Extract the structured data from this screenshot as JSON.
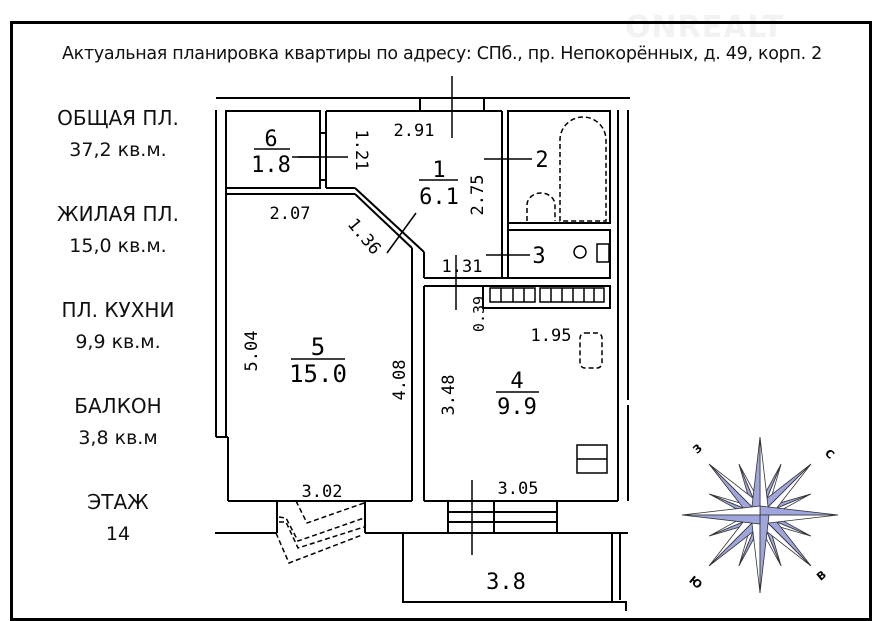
{
  "title": "Актуальная планировка квартиры по адресу: СПб., пр. Непокорённых, д. 49, корп. 2",
  "watermark": "ONREALT",
  "stats": [
    {
      "label": "ОБЩАЯ ПЛ.",
      "value": "37,2 кв.м."
    },
    {
      "label": "ЖИЛАЯ ПЛ.",
      "value": "15,0 кв.м."
    },
    {
      "label": "ПЛ. КУХНИ",
      "value": "9,9 кв.м."
    },
    {
      "label": "БАЛКОН",
      "value": "3,8 кв.м"
    },
    {
      "label": "ЭТАЖ",
      "value": "14"
    }
  ],
  "rooms": [
    {
      "number": "1",
      "area": "6.1"
    },
    {
      "number": "2",
      "area": ""
    },
    {
      "number": "3",
      "area": ""
    },
    {
      "number": "4",
      "area": "9.9"
    },
    {
      "number": "5",
      "area": "15.0"
    },
    {
      "number": "6",
      "area": "1.8"
    }
  ],
  "balcony_area": "3.8",
  "dimensions": {
    "d_2_91": "2.91",
    "d_1_21": "1.21",
    "d_2_75": "2.75",
    "d_2_07": "2.07",
    "d_1_36": "1.36",
    "d_1_31": "1.31",
    "d_0_39": "0.39",
    "d_1_95": "1.95",
    "d_5_04": "5.04",
    "d_4_08": "4.08",
    "d_3_48": "3.48",
    "d_3_02": "3.02",
    "d_3_05": "3.05"
  },
  "compass": {
    "north": "С",
    "east": "В",
    "south": "Ю",
    "west": "З",
    "fill_color": "#9fa6dd"
  }
}
